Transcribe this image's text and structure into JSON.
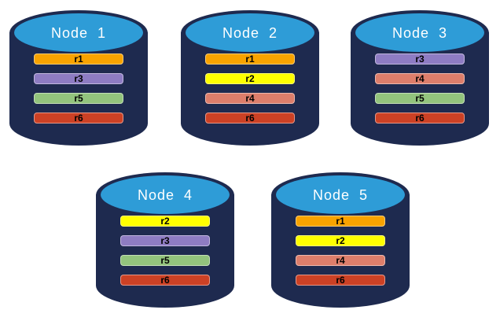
{
  "diagram": {
    "type": "replica-distribution-diagram",
    "background": "#ffffff",
    "cylinder_body_color": "#1E2A4F",
    "cylinder_top_color": "#2E9CD7",
    "title_text_color": "#ffffff",
    "bar_text_color": "#000000"
  },
  "palette": {
    "r1": "#F9A300",
    "r2": "#FFFF00",
    "r3": "#8E7CC3",
    "r4": "#DD7E6B",
    "r5": "#93C47D",
    "r6": "#CC4125"
  },
  "nodes": [
    {
      "title": "Node  1",
      "bars": [
        {
          "label": "r1",
          "color": "#F9A300"
        },
        {
          "label": "r3",
          "color": "#8E7CC3"
        },
        {
          "label": "r5",
          "color": "#93C47D"
        },
        {
          "label": "r6",
          "color": "#CC4125"
        }
      ]
    },
    {
      "title": "Node  2",
      "bars": [
        {
          "label": "r1",
          "color": "#F9A300"
        },
        {
          "label": "r2",
          "color": "#FFFF00"
        },
        {
          "label": "r4",
          "color": "#DD7E6B"
        },
        {
          "label": "r6",
          "color": "#CC4125"
        }
      ]
    },
    {
      "title": "Node  3",
      "bars": [
        {
          "label": "r3",
          "color": "#8E7CC3"
        },
        {
          "label": "r4",
          "color": "#DD7E6B"
        },
        {
          "label": "r5",
          "color": "#93C47D"
        },
        {
          "label": "r6",
          "color": "#CC4125"
        }
      ]
    },
    {
      "title": "Node  4",
      "bars": [
        {
          "label": "r2",
          "color": "#FFFF00"
        },
        {
          "label": "r3",
          "color": "#8E7CC3"
        },
        {
          "label": "r5",
          "color": "#93C47D"
        },
        {
          "label": "r6",
          "color": "#CC4125"
        }
      ]
    },
    {
      "title": "Node  5",
      "bars": [
        {
          "label": "r1",
          "color": "#F9A300"
        },
        {
          "label": "r2",
          "color": "#FFFF00"
        },
        {
          "label": "r4",
          "color": "#DD7E6B"
        },
        {
          "label": "r6",
          "color": "#CC4125"
        }
      ]
    }
  ]
}
